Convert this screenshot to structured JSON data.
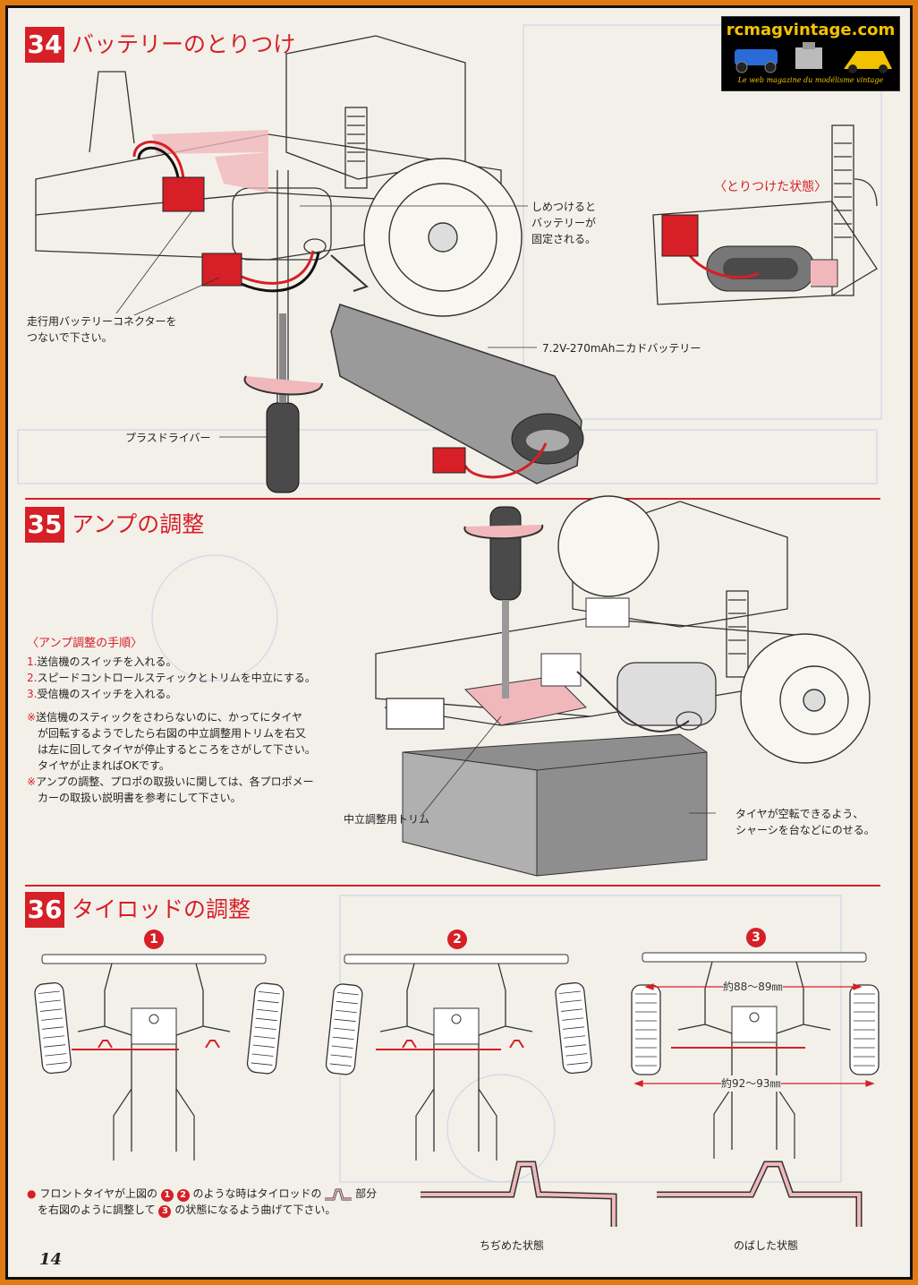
{
  "logo": {
    "site": "rcmagvintage.com",
    "tagline": "Le web magazine du modélisme vintage"
  },
  "step34": {
    "number": "34",
    "title": "バッテリーのとりつけ",
    "labels": {
      "connector": [
        "走行用バッテリーコネクターを",
        "つないで下さい。"
      ],
      "tighten": [
        "しめつけると",
        "バッテリーが",
        "固定される。"
      ],
      "battery": "7.2V-270mAhニカドバッテリー",
      "screwdriver": "プラスドライバー",
      "attached_state": "〈とりつけた状態〉"
    }
  },
  "step35": {
    "number": "35",
    "title": "アンプの調整",
    "procedure_heading": "〈アンプ調整の手順〉",
    "steps": [
      {
        "n": "1.",
        "text": "送信機のスイッチを入れる。"
      },
      {
        "n": "2.",
        "text": "スピードコントロールスティックとトリムを中立にする。"
      },
      {
        "n": "3.",
        "text": "受信機のスイッチを入れる。"
      }
    ],
    "notes": [
      [
        "※",
        "送信機のスティックをさわらないのに、かってにタイヤ",
        "が回転するようでしたら右図の中立調整用トリムを右又",
        "は左に回してタイヤが停止するところをさがして下さい。",
        "タイヤが止まればOKです。"
      ],
      [
        "※",
        "アンプの調整、プロポの取扱いに関しては、各プロポメー",
        "カーの取扱い説明書を参考にして下さい。"
      ]
    ],
    "labels": {
      "trim": "中立調整用トリム",
      "stand": [
        "タイヤが空転できるよう、",
        "シャーシを台などにのせる。"
      ]
    }
  },
  "step36": {
    "number": "36",
    "title": "タイロッドの調整",
    "figures": [
      "1",
      "2",
      "3"
    ],
    "dim_top": "約88～89㎜",
    "dim_bottom": "約92～93㎜",
    "note_lines": [
      "フロントタイヤが上図の",
      "のような時はタイロッドの",
      "部分",
      "を右図のように調整して",
      "の状態になるよう曲げて下さい。"
    ],
    "note_refs": [
      "1",
      "2",
      "3"
    ],
    "bend_labels": [
      "ちぢめた状態",
      "のばした状態"
    ]
  },
  "page_number": "14",
  "colors": {
    "accent": "#d61f26",
    "frame": "#e07a12",
    "paper": "#f3f0ea"
  },
  "icons": [
    "rotation-arrow-icon",
    "insert-arrow-icon",
    "numbered-circle-icon",
    "bullet-icon"
  ]
}
